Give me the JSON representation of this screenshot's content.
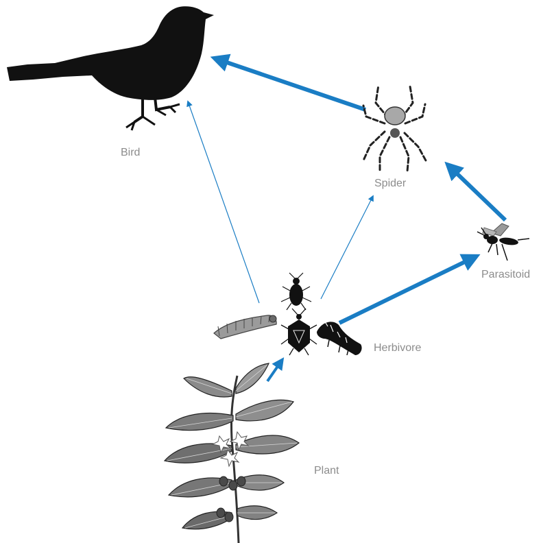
{
  "nodes": {
    "bird": {
      "label": "Bird",
      "icon": "bird-icon"
    },
    "spider": {
      "label": "Spider",
      "icon": "spider-icon"
    },
    "parasitoid": {
      "label": "Parasitoid",
      "icon": "wasp-icon"
    },
    "herbivore": {
      "label": "Herbivore",
      "icons": [
        "aphid-icon",
        "caterpillar-icon",
        "stink-bug-icon",
        "larva-icon"
      ]
    },
    "plant": {
      "label": "Plant",
      "icon": "coffee-plant-icon"
    }
  },
  "edges": [
    {
      "from": "plant",
      "to": "herbivore",
      "weight": "thick"
    },
    {
      "from": "herbivore",
      "to": "bird",
      "weight": "thin"
    },
    {
      "from": "herbivore",
      "to": "spider",
      "weight": "thin"
    },
    {
      "from": "herbivore",
      "to": "parasitoid",
      "weight": "thick"
    },
    {
      "from": "parasitoid",
      "to": "spider",
      "weight": "thick"
    },
    {
      "from": "spider",
      "to": "bird",
      "weight": "thick"
    }
  ],
  "colors": {
    "arrow": "#1a7dc4",
    "label": "#8c8c8c",
    "silhouette": "#111111"
  }
}
